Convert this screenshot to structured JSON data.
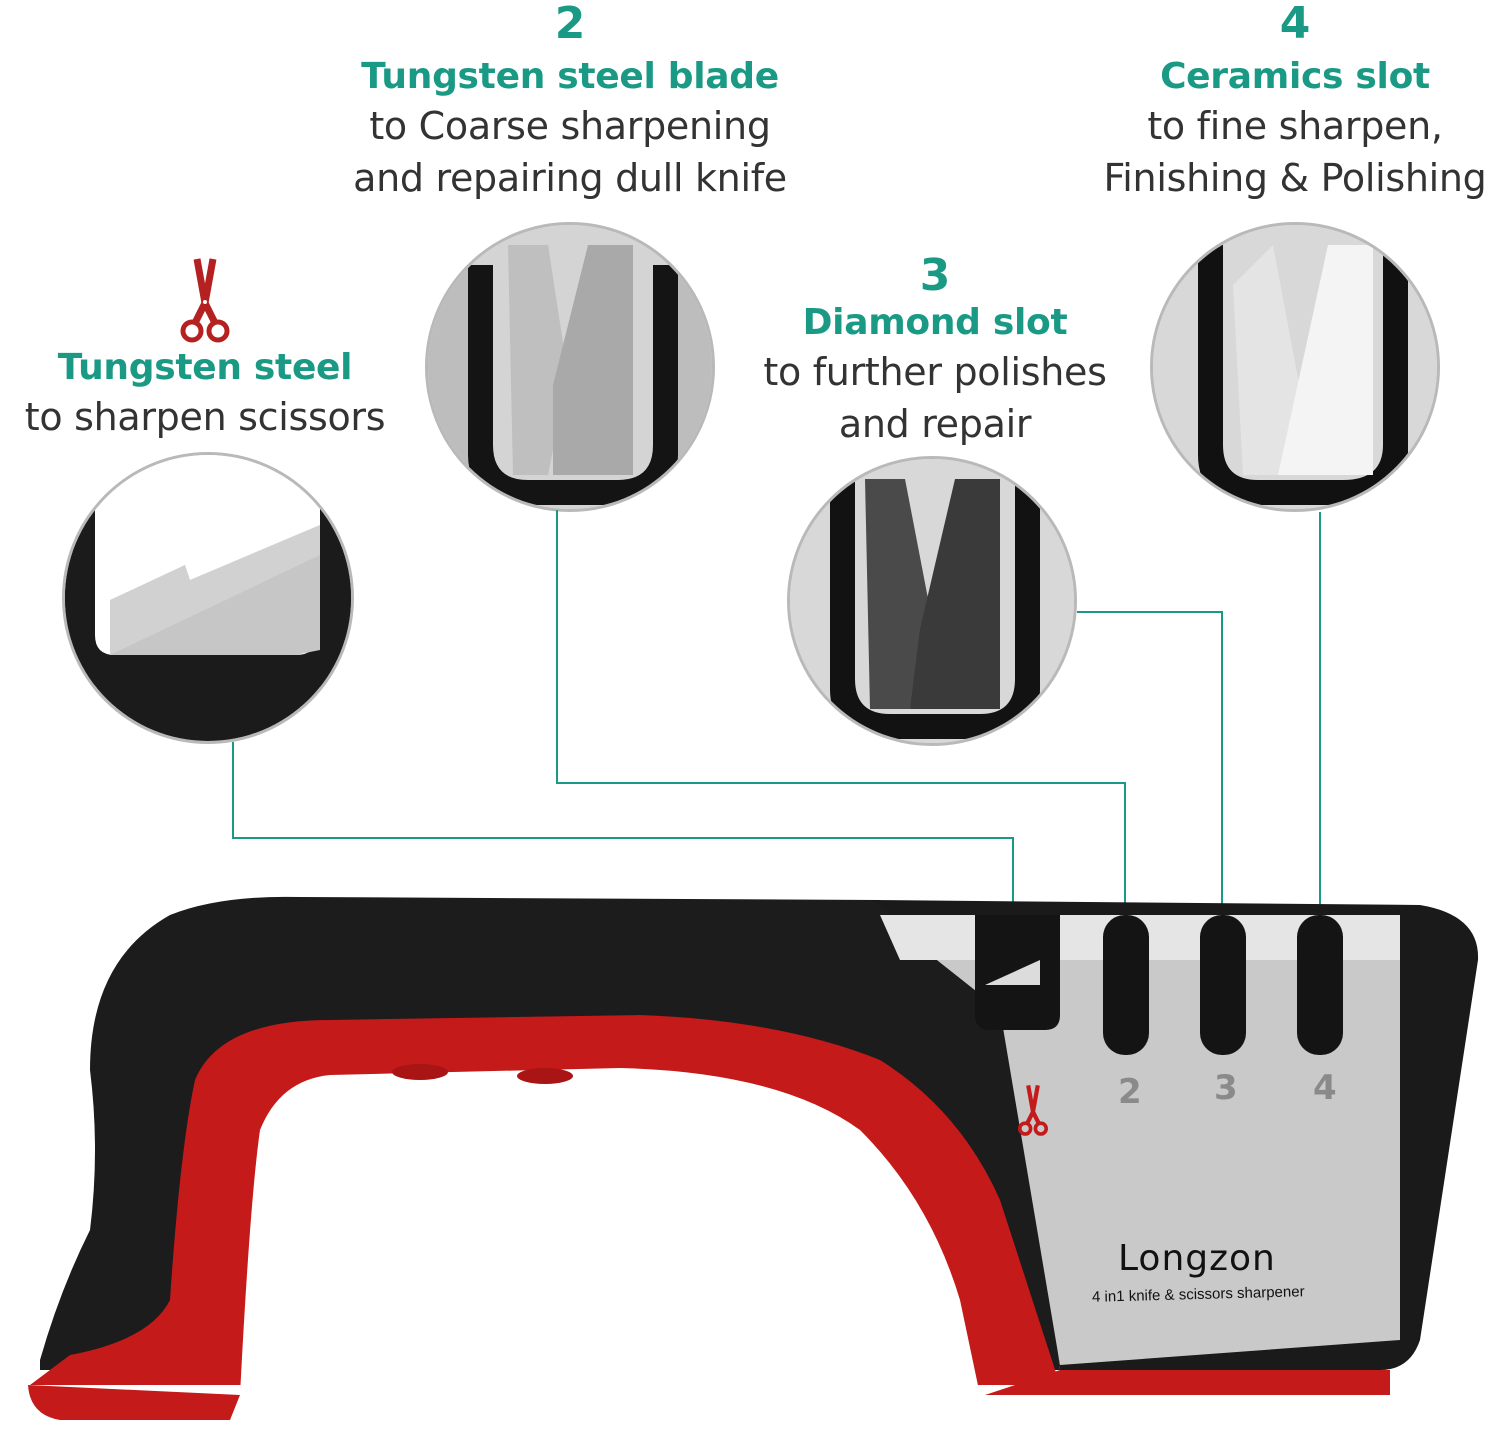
{
  "theme": {
    "accent": "#1a9a85",
    "text": "#333333",
    "handle_red": "#c41a1a",
    "handle_black": "#1c1c1c",
    "steel": "#c8c8c8"
  },
  "callouts": [
    {
      "id": "slot-1",
      "number": "",
      "icon": "scissors-icon",
      "title": "Tungsten steel",
      "description": [
        "to sharpen scissors"
      ]
    },
    {
      "id": "slot-2",
      "number": "2",
      "title": "Tungsten steel blade",
      "description": [
        "to Coarse sharpening",
        "and repairing dull knife"
      ]
    },
    {
      "id": "slot-3",
      "number": "3",
      "title": "Diamond slot",
      "description": [
        "to further polishes",
        "and repair"
      ]
    },
    {
      "id": "slot-4",
      "number": "4",
      "title": "Ceramics slot",
      "description": [
        "to fine sharpen,",
        "Finishing & Polishing"
      ]
    }
  ],
  "product": {
    "brand": "Longzon",
    "tagline": "4 in1 knife & scissors sharpener",
    "slot_markings": [
      "scissors-icon",
      "2",
      "3",
      "4"
    ]
  }
}
